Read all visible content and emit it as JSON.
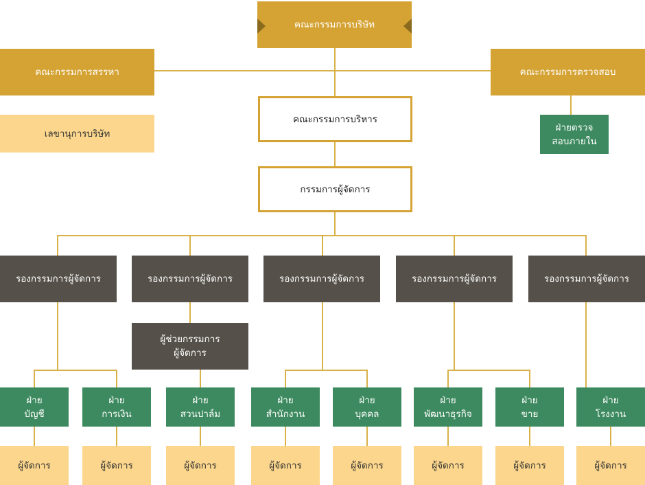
{
  "board": "คณะกรรมการบริษัท",
  "nomination": "คณะกรรมการสรรหา",
  "audit": "คณะกรรมการตรวจสอบ",
  "secretary": "เลขานุการบริษัท",
  "internal_audit": [
    "ฝ่ายตรวจ",
    "สอบภายใน"
  ],
  "executive": "คณะกรรมการบริหาร",
  "md": "กรรมการผู้จัดการ",
  "deputies": [
    "รองกรรมการผู้จัดการ",
    "รองกรรมการผู้จัดการ",
    "รองกรรมการผู้จัดการ",
    "รองกรรมการผู้จัดการ",
    "รองกรรมการผู้จัดการ"
  ],
  "assistant_md": [
    "ผู้ช่วยกรรมการ",
    "ผู้จัดการ"
  ],
  "departments": [
    {
      "line1": "ฝ่าย",
      "line2": "บัญชี"
    },
    {
      "line1": "ฝ่าย",
      "line2": "การเงิน"
    },
    {
      "line1": "ฝ่าย",
      "line2": "สวนปาล์ม"
    },
    {
      "line1": "ฝ่าย",
      "line2": "สำนักงาน"
    },
    {
      "line1": "ฝ่าย",
      "line2": "บุคคล"
    },
    {
      "line1": "ฝ่าย",
      "line2": "พัฒนาธุรกิจ"
    },
    {
      "line1": "ฝ่าย",
      "line2": "ขาย"
    },
    {
      "line1": "ฝ่าย",
      "line2": "โรงงาน"
    }
  ],
  "managers": [
    "ผู้จัดการ",
    "ผู้จัดการ",
    "ผู้จัดการ",
    "ผู้จัดการ",
    "ผู้จัดการ",
    "ผู้จัดการ",
    "ผู้จัดการ",
    "ผู้จัดการ"
  ],
  "colors": {
    "gold": "#d5a334",
    "cream": "#fbd68c",
    "dark": "#555049",
    "green": "#3d8a60",
    "connector": "#d8b148"
  }
}
